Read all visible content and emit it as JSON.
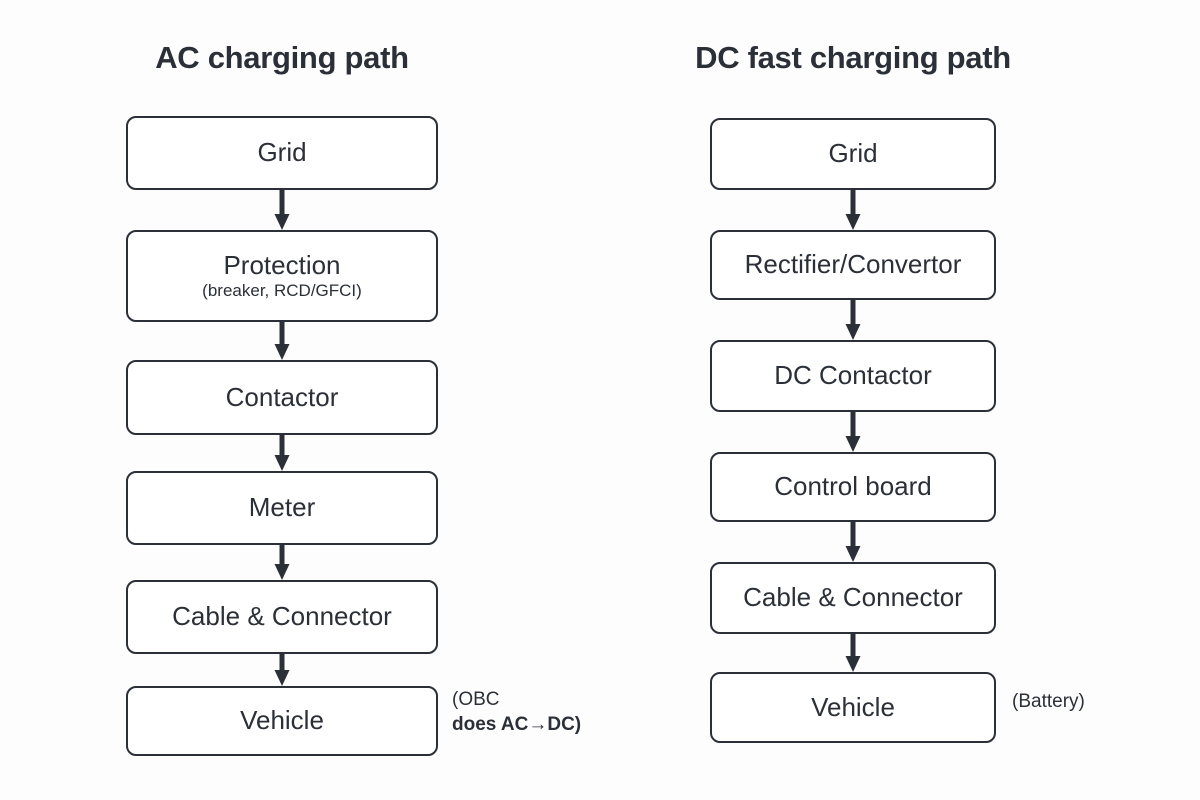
{
  "background_color": "#fdfdfd",
  "stroke_color": "#2b3038",
  "node_fill_color": "#ffffff",
  "columns": [
    {
      "id": "ac",
      "title": "AC charging path",
      "nodes": [
        {
          "label": "Grid"
        },
        {
          "label": "Protection",
          "sublabel": "(breaker, RCD/GFCI)"
        },
        {
          "label": "Contactor"
        },
        {
          "label": "Meter"
        },
        {
          "label": "Cable & Connector"
        },
        {
          "label": "Vehicle"
        }
      ],
      "annotation": {
        "line1": "(OBC",
        "line2": "does AC→DC)",
        "attached_to": "Vehicle"
      }
    },
    {
      "id": "dc",
      "title": "DC fast charging path",
      "nodes": [
        {
          "label": "Grid"
        },
        {
          "label": "Rectifier/Convertor"
        },
        {
          "label": "DC Contactor"
        },
        {
          "label": "Control board"
        },
        {
          "label": "Cable & Connector"
        },
        {
          "label": "Vehicle"
        }
      ],
      "annotation": {
        "line1": "(Battery)",
        "line2": "",
        "attached_to": "Vehicle"
      }
    }
  ]
}
